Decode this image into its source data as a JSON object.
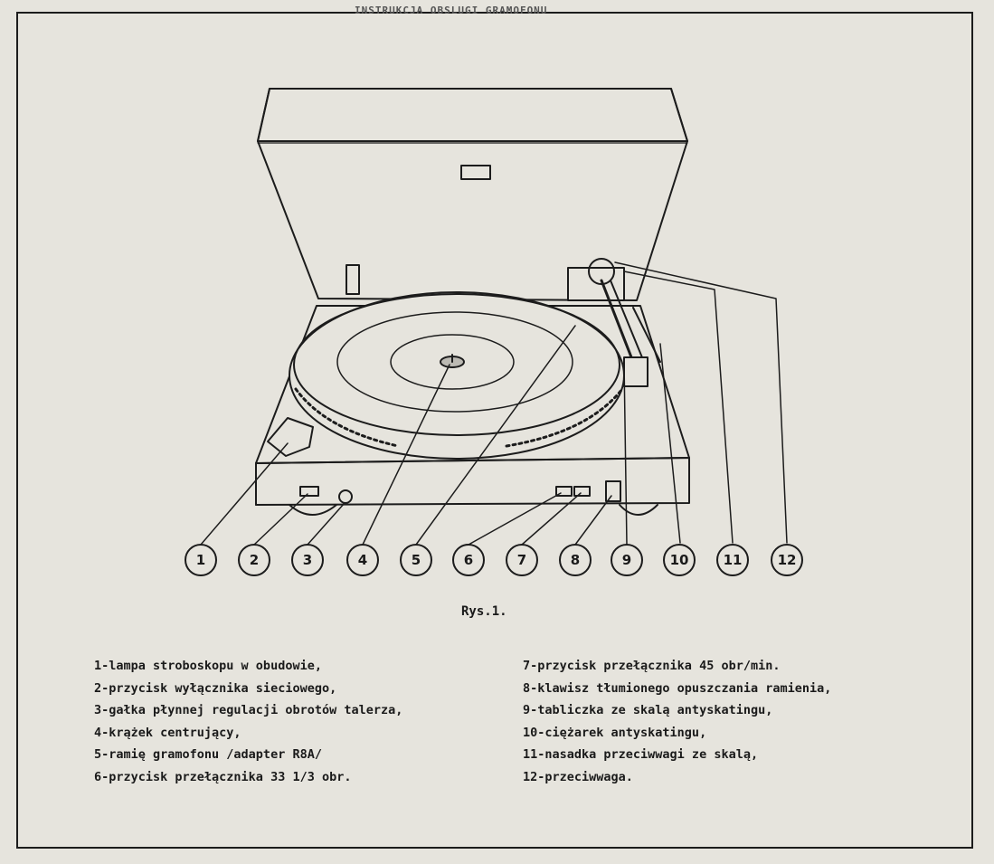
{
  "header": {
    "partial_title": "INSTRUKCJA OBSLUGI GRAMOFONU"
  },
  "figure": {
    "callouts": [
      "1",
      "2",
      "3",
      "4",
      "5",
      "6",
      "7",
      "8",
      "9",
      "10",
      "11",
      "12"
    ],
    "caption": "Rys.1.",
    "legend_left": [
      "1-lampa stroboskopu w obudowie,",
      "2-przycisk wyłącznika sieciowego,",
      "3-gałka płynnej regulacji obrotów talerza,",
      "4-krążek centrujący,",
      "5-ramię gramofonu /adapter R8A/",
      "6-przycisk przełącznika 33 1/3 obr."
    ],
    "legend_right": [
      "7-przycisk przełącznika 45 obr/min.",
      "8-klawisz tłumionego opuszczania ramienia,",
      "9-tabliczka ze skalą antyskatingu,",
      "10-ciężarek antyskatingu,",
      "11-nasadka przeciwwagi ze skalą,",
      "12-przeciwwaga."
    ]
  }
}
